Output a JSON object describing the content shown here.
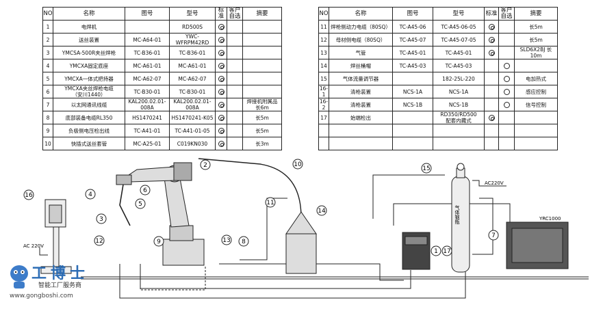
{
  "left_table": {
    "headers": [
      "NO",
      "名称",
      "图号",
      "型号",
      "标准",
      "客户自选",
      "摘要"
    ],
    "rows": [
      {
        "no": "1",
        "name": "电焊机",
        "drawing": "",
        "model": "RD500S",
        "std": "double",
        "opt": "",
        "note": ""
      },
      {
        "no": "2",
        "name": "送丝装置",
        "drawing": "MC-A64-01",
        "model": "YWC-WFRPM42RD",
        "std": "double",
        "opt": "",
        "note": ""
      },
      {
        "no": "3",
        "name": "YMCSA-500R夹丝焊枪",
        "drawing": "TC-B36-01",
        "model": "TC-B36-01",
        "std": "double",
        "opt": "",
        "note": ""
      },
      {
        "no": "4",
        "name": "YMCXA固定底座",
        "drawing": "MC-A61-01",
        "model": "MC-A61-01",
        "std": "double",
        "opt": "",
        "note": ""
      },
      {
        "no": "5",
        "name": "YMCXA一体式把持器",
        "drawing": "MC-A62-07",
        "model": "MC-A62-07",
        "std": "double",
        "opt": "",
        "note": ""
      },
      {
        "no": "6",
        "name": "YMCXA夹丝焊枪电缆\n（安川1440）",
        "drawing": "TC-B30-01",
        "model": "TC-B30-01",
        "std": "double",
        "opt": "",
        "note": ""
      },
      {
        "no": "7",
        "name": "以太网通讯线缆",
        "drawing": "KAL200.02.01-008A",
        "model": "KAL200.02.01-008A",
        "std": "double",
        "opt": "",
        "note": "焊接机附属品\n长6m"
      },
      {
        "no": "8",
        "name": "底部装备电缆RL350",
        "drawing": "HS1470241",
        "model": "HS1470241-K05",
        "std": "double",
        "opt": "",
        "note": "长5m"
      },
      {
        "no": "9",
        "name": "负极侧电压检出线",
        "drawing": "TC-A41-01",
        "model": "TC-A41-01-05",
        "std": "double",
        "opt": "",
        "note": "长5m"
      },
      {
        "no": "10",
        "name": "快插式送丝套管",
        "drawing": "MC-A25-01",
        "model": "C019KN030",
        "std": "double",
        "opt": "",
        "note": "长3m"
      }
    ]
  },
  "right_table": {
    "headers": [
      "NO",
      "名称",
      "图号",
      "型号",
      "标准",
      "客户自选",
      "摘要"
    ],
    "rows": [
      {
        "no": "11",
        "name": "焊枪侧动力电缆（80SQ）",
        "drawing": "TC-A45-06",
        "model": "TC-A45-06-05",
        "std": "double",
        "opt": "",
        "note": "长5m"
      },
      {
        "no": "12",
        "name": "母材侧电缆（80SQ）",
        "drawing": "TC-A45-07",
        "model": "TC-A45-07-05",
        "std": "double",
        "opt": "",
        "note": "长5m"
      },
      {
        "no": "13",
        "name": "气管",
        "drawing": "TC-A45-01",
        "model": "TC-A45-01",
        "std": "double",
        "opt": "",
        "note": "SLD6X2BJ 长10m"
      },
      {
        "no": "14",
        "name": "焊丝桶帽",
        "drawing": "TC-A45-03",
        "model": "TC-A45-03",
        "std": "",
        "opt": "single",
        "note": ""
      },
      {
        "no": "15",
        "name": "气体流量调节器",
        "drawing": "",
        "model": "182-25L-220",
        "std": "",
        "opt": "single",
        "note": "电加热式"
      },
      {
        "no": "16-1",
        "name": "清枪装置",
        "drawing": "NCS-1A",
        "model": "NCS-1A",
        "std": "",
        "opt": "single",
        "note": "感应控制"
      },
      {
        "no": "16-2",
        "name": "清枪装置",
        "drawing": "NCS-1B",
        "model": "NCS-1B",
        "std": "",
        "opt": "single",
        "note": "信号控制"
      },
      {
        "no": "17",
        "name": "始端检出",
        "drawing": "",
        "model": "RD350/RD500\n配套内藏式",
        "std": "double",
        "opt": "",
        "note": ""
      },
      {
        "no": "",
        "name": "",
        "drawing": "",
        "model": "",
        "std": "",
        "opt": "",
        "note": ""
      },
      {
        "no": "",
        "name": "",
        "drawing": "",
        "model": "",
        "std": "",
        "opt": "",
        "note": ""
      }
    ]
  },
  "callouts": [
    "16",
    "12",
    "4",
    "3",
    "5",
    "6",
    "9",
    "2",
    "11",
    "13",
    "8",
    "10",
    "14",
    "15",
    "1",
    "17",
    "7"
  ],
  "labels": {
    "ac_left": "AC 220V",
    "ac_right": "AC220V",
    "welder_model": "YRC1000",
    "gas_cylinder": "气体钢瓶"
  },
  "watermark": {
    "logo": "工博士",
    "subtitle": "智能工厂服务商",
    "url": "www.gongboshi.com"
  }
}
